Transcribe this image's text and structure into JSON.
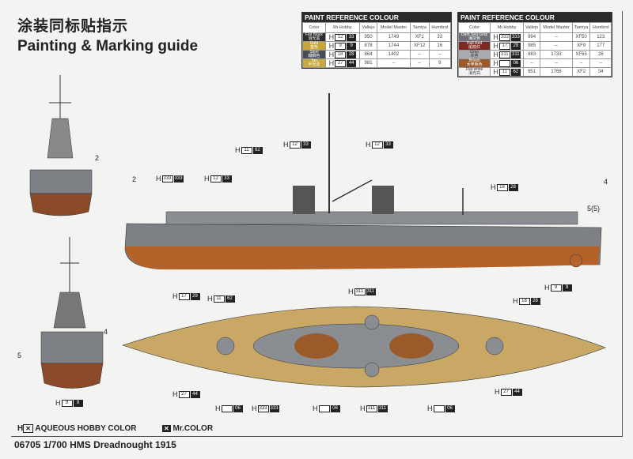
{
  "title_cn": "涂装同标贴指示",
  "title_en": "Painting & Marking guide",
  "tables": [
    {
      "header": "PAINT  REFERENCE COLOUR",
      "columns": [
        "Color",
        "Mr.Hobby",
        "Vallejo",
        "Model Master",
        "Tamiya",
        "Humbrol"
      ],
      "rows": [
        {
          "name": "Flat Black",
          "cn": "消光黑",
          "swatch": "#2e2e2e",
          "aq": "12",
          "mr": "33",
          "vallejo": "950",
          "mm": "1749",
          "tamiya": "XF1",
          "humbrol": "33"
        },
        {
          "name": "Gold",
          "cn": "金色",
          "swatch": "#c9a53a",
          "aq": "9",
          "mr": "9",
          "vallejo": "878",
          "mm": "1744",
          "tamiya": "XF12",
          "humbrol": "16"
        },
        {
          "name": "Steel",
          "cn": "鐵鋼色",
          "swatch": "#4b4d55",
          "aq": "18",
          "mr": "28",
          "vallejo": "864",
          "mm": "1402",
          "tamiya": "--",
          "humbrol": "--"
        },
        {
          "name": "Tan",
          "cn": "半光泽",
          "swatch": "#c9a83e",
          "aq": "27",
          "mr": "44",
          "vallejo": "981",
          "mm": "--",
          "tamiya": "--",
          "humbrol": "9"
        }
      ]
    },
    {
      "header": "PAINT  REFERENCE COLOUR",
      "columns": [
        "Color",
        "Mr.Hobby",
        "Vallejo",
        "Model Master",
        "Tamiya",
        "Humbrol"
      ],
      "rows": [
        {
          "name": "Dark Sea Gray",
          "cn": "海灰色",
          "swatch": "#6e7278",
          "aq": "333",
          "mr": "333",
          "vallejo": "994",
          "mm": "--",
          "tamiya": "XF50",
          "humbrol": "123"
        },
        {
          "name": "Hull Red",
          "cn": "船底红",
          "swatch": "#7a2a22",
          "aq": "17",
          "mr": "29",
          "vallejo": "985",
          "mm": "--",
          "tamiya": "XF9",
          "humbrol": "177"
        },
        {
          "name": "Gray",
          "cn": "灰色",
          "swatch": "#a9abaf",
          "aq": "311",
          "mr": "311",
          "vallejo": "883",
          "mm": "1733",
          "tamiya": "XF55",
          "humbrol": "28"
        },
        {
          "name": "Brown",
          "cn": "木甲板色",
          "swatch": "#9a5a2a",
          "aq": "",
          "mr": "06",
          "vallejo": "--",
          "mm": "--",
          "tamiya": "--",
          "humbrol": "--"
        },
        {
          "name": "Flat white",
          "cn": "消光白",
          "swatch": "#f2f2f2",
          "aq": "11",
          "mr": "62",
          "vallejo": "951",
          "mm": "1768",
          "tamiya": "XF2",
          "humbrol": "34"
        }
      ]
    }
  ],
  "callouts": [
    {
      "aq": "11",
      "mr": "62"
    },
    {
      "aq": "12",
      "mr": "33"
    },
    {
      "aq": "12",
      "mr": "33"
    },
    {
      "aq": "333",
      "mr": "333"
    },
    {
      "aq": "12",
      "mr": "33"
    },
    {
      "aq": "18",
      "mr": "28"
    },
    {
      "aq": "17",
      "mr": "29"
    },
    {
      "aq": "11",
      "mr": "62"
    },
    {
      "aq": "311",
      "mr": "311"
    },
    {
      "aq": "18",
      "mr": "28"
    },
    {
      "aq": "9",
      "mr": "9"
    },
    {
      "aq": "27",
      "mr": "44"
    },
    {
      "aq": "",
      "mr": "06"
    },
    {
      "aq": "333",
      "mr": "333"
    },
    {
      "aq": "",
      "mr": "06"
    },
    {
      "aq": "311",
      "mr": "311"
    },
    {
      "aq": "",
      "mr": "06"
    },
    {
      "aq": "27",
      "mr": "44"
    },
    {
      "aq": "9",
      "mr": "9"
    }
  ],
  "marks": [
    "2",
    "2",
    "4",
    "5(5)",
    "4",
    "5"
  ],
  "legend": {
    "aqueous": "AQUEOUS HOBBY COLOR",
    "mr": "Mr.COLOR"
  },
  "footer": "06705  1/700  HMS Dreadnought 1915"
}
